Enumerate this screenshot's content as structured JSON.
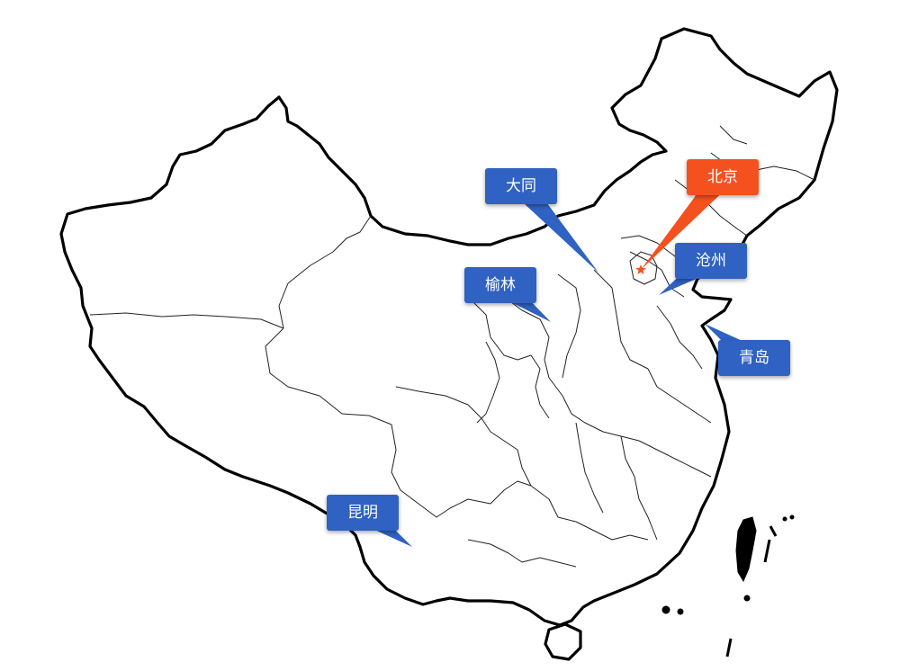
{
  "map": {
    "capital_marker": "star-icon",
    "colors": {
      "capital": "#f4511e",
      "city": "#2f62c2",
      "outline": "#000000",
      "background": "#ffffff"
    },
    "cities": [
      {
        "id": "datong",
        "label": "大同",
        "type": "city"
      },
      {
        "id": "beijing",
        "label": "北京",
        "type": "capital"
      },
      {
        "id": "yulin",
        "label": "榆林",
        "type": "city"
      },
      {
        "id": "cangzhou",
        "label": "沧州",
        "type": "city"
      },
      {
        "id": "qingdao",
        "label": "青岛",
        "type": "city"
      },
      {
        "id": "kunming",
        "label": "昆明",
        "type": "city"
      }
    ]
  }
}
